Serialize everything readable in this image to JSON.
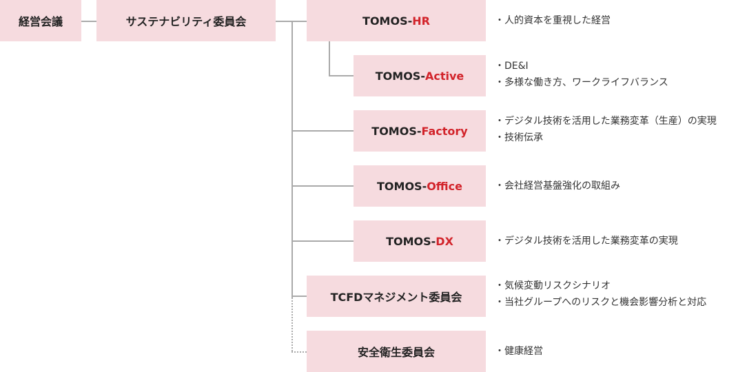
{
  "board": "経営会議",
  "committee": "サステナビリティ委員会",
  "units": [
    {
      "prefix": "TOMOS-",
      "suffix": "HR",
      "notes": [
        "・人的資本を重視した経営"
      ]
    },
    {
      "prefix": "TOMOS-",
      "suffix": "Active",
      "notes": [
        "・DE&I",
        "・多様な働き方、ワークライフバランス"
      ]
    },
    {
      "prefix": "TOMOS-",
      "suffix": "Factory",
      "notes": [
        "・デジタル技術を活用した業務変革（生産）の実現",
        "・技術伝承"
      ]
    },
    {
      "prefix": "TOMOS-",
      "suffix": "Office",
      "notes": [
        "・会社経営基盤強化の取組み"
      ]
    },
    {
      "prefix": "TOMOS-",
      "suffix": "DX",
      "notes": [
        "・デジタル技術を活用した業務変革の実現"
      ]
    },
    {
      "label": "TCFDマネジメント委員会",
      "notes": [
        "・気候変動リスクシナリオ",
        "・当社グループへのリスクと機会影響分析と対応"
      ]
    },
    {
      "label": "安全衛生委員会",
      "notes": [
        "・健康経営"
      ]
    }
  ],
  "colors": {
    "box": "#f6dbdf",
    "accent": "#d2232a",
    "connector": "#a9a9a9"
  }
}
